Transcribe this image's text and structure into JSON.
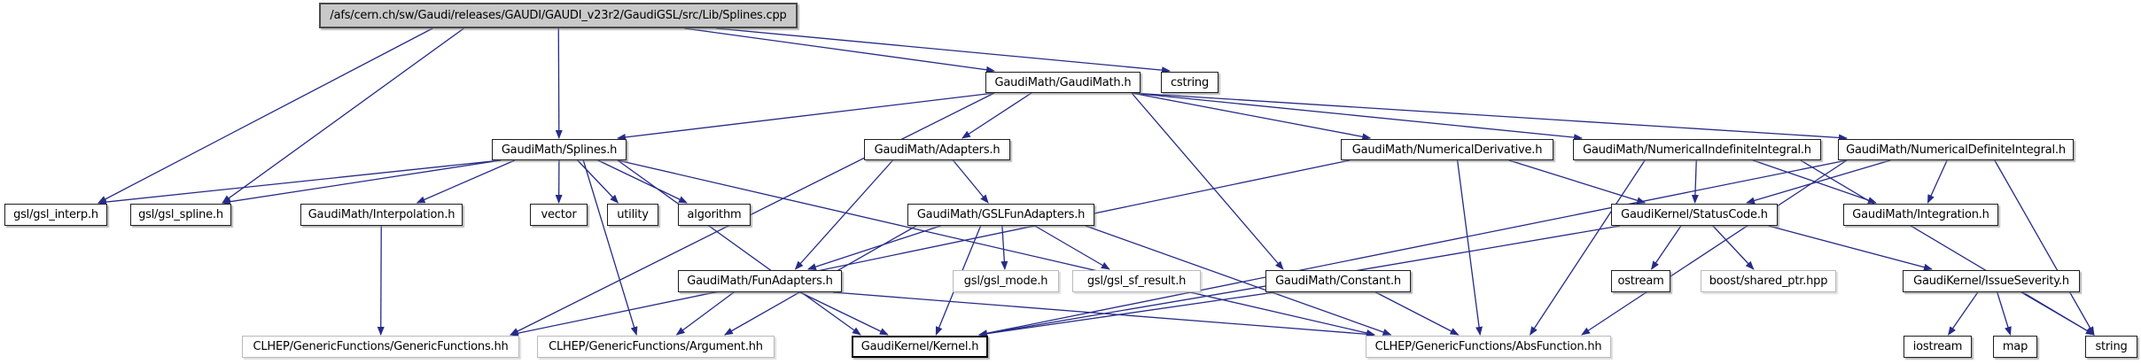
{
  "graph": {
    "title": "Include dependency graph for Splines.cpp",
    "colors": {
      "edge": "#262b87",
      "node_fill": "#ffffff",
      "main_fill": "#c9c9c9",
      "node_border": "#1f1f1f",
      "external_border": "#bababa"
    },
    "nodes": [
      {
        "id": "splines_cpp",
        "label": "/afs/cern.ch/sw/Gaudi/releases/GAUDI/GAUDI_v23r2/GaudiGSL/src/Lib/Splines.cpp",
        "style": "main"
      },
      {
        "id": "gaudimath_h",
        "label": "GaudiMath/GaudiMath.h",
        "style": "normal"
      },
      {
        "id": "cstring",
        "label": "cstring",
        "style": "normal"
      },
      {
        "id": "splines_h",
        "label": "GaudiMath/Splines.h",
        "style": "normal"
      },
      {
        "id": "adapters_h",
        "label": "GaudiMath/Adapters.h",
        "style": "normal"
      },
      {
        "id": "numderiv_h",
        "label": "GaudiMath/NumericalDerivative.h",
        "style": "normal"
      },
      {
        "id": "numindef_h",
        "label": "GaudiMath/NumericalIndefiniteIntegral.h",
        "style": "normal"
      },
      {
        "id": "numdef_h",
        "label": "GaudiMath/NumericalDefiniteIntegral.h",
        "style": "normal"
      },
      {
        "id": "gsl_interp",
        "label": "gsl/gsl_interp.h",
        "style": "normal"
      },
      {
        "id": "gsl_spline",
        "label": "gsl/gsl_spline.h",
        "style": "normal"
      },
      {
        "id": "interpolation_h",
        "label": "GaudiMath/Interpolation.h",
        "style": "normal"
      },
      {
        "id": "vector",
        "label": "vector",
        "style": "normal"
      },
      {
        "id": "utility",
        "label": "utility",
        "style": "normal"
      },
      {
        "id": "algorithm",
        "label": "algorithm",
        "style": "normal"
      },
      {
        "id": "gslfunadapters_h",
        "label": "GaudiMath/GSLFunAdapters.h",
        "style": "normal"
      },
      {
        "id": "statuscode_h",
        "label": "GaudiKernel/StatusCode.h",
        "style": "normal"
      },
      {
        "id": "integration_h",
        "label": "GaudiMath/Integration.h",
        "style": "normal"
      },
      {
        "id": "funadapters_h",
        "label": "GaudiMath/FunAdapters.h",
        "style": "normal"
      },
      {
        "id": "gsl_mode",
        "label": "gsl/gsl_mode.h",
        "style": "external"
      },
      {
        "id": "gsl_sf_result",
        "label": "gsl/gsl_sf_result.h",
        "style": "external"
      },
      {
        "id": "constant_h",
        "label": "GaudiMath/Constant.h",
        "style": "normal"
      },
      {
        "id": "ostream",
        "label": "ostream",
        "style": "normal"
      },
      {
        "id": "boost_shared_ptr",
        "label": "boost/shared_ptr.hpp",
        "style": "external"
      },
      {
        "id": "issueseverity_h",
        "label": "GaudiKernel/IssueSeverity.h",
        "style": "normal"
      },
      {
        "id": "genericfunctions_hh",
        "label": "CLHEP/GenericFunctions/GenericFunctions.hh",
        "style": "external"
      },
      {
        "id": "argument_hh",
        "label": "CLHEP/GenericFunctions/Argument.hh",
        "style": "external"
      },
      {
        "id": "kernel_h",
        "label": "GaudiKernel/Kernel.h",
        "style": "bold"
      },
      {
        "id": "absfunction_hh",
        "label": "CLHEP/GenericFunctions/AbsFunction.hh",
        "style": "external"
      },
      {
        "id": "iostream",
        "label": "iostream",
        "style": "normal"
      },
      {
        "id": "map",
        "label": "map",
        "style": "normal"
      },
      {
        "id": "string",
        "label": "string",
        "style": "normal"
      }
    ],
    "edges": [
      {
        "from": "splines_cpp",
        "to": "gaudimath_h"
      },
      {
        "from": "splines_cpp",
        "to": "cstring"
      },
      {
        "from": "splines_cpp",
        "to": "splines_h"
      },
      {
        "from": "splines_cpp",
        "to": "gsl_interp"
      },
      {
        "from": "splines_cpp",
        "to": "gsl_spline"
      },
      {
        "from": "gaudimath_h",
        "to": "splines_h"
      },
      {
        "from": "gaudimath_h",
        "to": "adapters_h"
      },
      {
        "from": "gaudimath_h",
        "to": "numderiv_h"
      },
      {
        "from": "gaudimath_h",
        "to": "numindef_h"
      },
      {
        "from": "gaudimath_h",
        "to": "numdef_h"
      },
      {
        "from": "gaudimath_h",
        "to": "constant_h"
      },
      {
        "from": "gaudimath_h",
        "to": "genericfunctions_hh"
      },
      {
        "from": "splines_h",
        "to": "gsl_interp"
      },
      {
        "from": "splines_h",
        "to": "gsl_spline"
      },
      {
        "from": "splines_h",
        "to": "interpolation_h"
      },
      {
        "from": "splines_h",
        "to": "vector"
      },
      {
        "from": "splines_h",
        "to": "utility"
      },
      {
        "from": "splines_h",
        "to": "algorithm"
      },
      {
        "from": "splines_h",
        "to": "kernel_h"
      },
      {
        "from": "splines_h",
        "to": "absfunction_hh"
      },
      {
        "from": "splines_h",
        "to": "argument_hh"
      },
      {
        "from": "adapters_h",
        "to": "funadapters_h"
      },
      {
        "from": "adapters_h",
        "to": "gslfunadapters_h"
      },
      {
        "from": "gslfunadapters_h",
        "to": "funadapters_h"
      },
      {
        "from": "gslfunadapters_h",
        "to": "gsl_mode"
      },
      {
        "from": "gslfunadapters_h",
        "to": "gsl_sf_result"
      },
      {
        "from": "gslfunadapters_h",
        "to": "kernel_h"
      },
      {
        "from": "gslfunadapters_h",
        "to": "argument_hh"
      },
      {
        "from": "gslfunadapters_h",
        "to": "absfunction_hh"
      },
      {
        "from": "funadapters_h",
        "to": "kernel_h"
      },
      {
        "from": "funadapters_h",
        "to": "absfunction_hh"
      },
      {
        "from": "funadapters_h",
        "to": "argument_hh"
      },
      {
        "from": "interpolation_h",
        "to": "genericfunctions_hh"
      },
      {
        "from": "constant_h",
        "to": "kernel_h"
      },
      {
        "from": "constant_h",
        "to": "absfunction_hh"
      },
      {
        "from": "numderiv_h",
        "to": "statuscode_h"
      },
      {
        "from": "numderiv_h",
        "to": "absfunction_hh"
      },
      {
        "from": "numderiv_h",
        "to": "genericfunctions_hh"
      },
      {
        "from": "numindef_h",
        "to": "statuscode_h"
      },
      {
        "from": "numindef_h",
        "to": "integration_h"
      },
      {
        "from": "numindef_h",
        "to": "absfunction_hh"
      },
      {
        "from": "numindef_h",
        "to": "string"
      },
      {
        "from": "numdef_h",
        "to": "statuscode_h"
      },
      {
        "from": "numdef_h",
        "to": "integration_h"
      },
      {
        "from": "numdef_h",
        "to": "absfunction_hh"
      },
      {
        "from": "numdef_h",
        "to": "kernel_h"
      },
      {
        "from": "numdef_h",
        "to": "string"
      },
      {
        "from": "statuscode_h",
        "to": "ostream"
      },
      {
        "from": "statuscode_h",
        "to": "boost_shared_ptr"
      },
      {
        "from": "statuscode_h",
        "to": "issueseverity_h"
      },
      {
        "from": "statuscode_h",
        "to": "kernel_h"
      },
      {
        "from": "issueseverity_h",
        "to": "iostream"
      },
      {
        "from": "issueseverity_h",
        "to": "map"
      },
      {
        "from": "issueseverity_h",
        "to": "string"
      }
    ]
  }
}
